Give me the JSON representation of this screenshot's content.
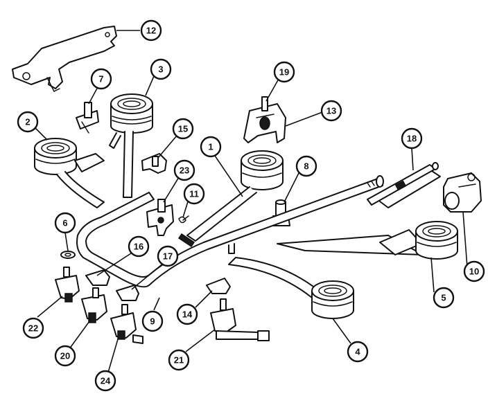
{
  "callouts": [
    {
      "id": "12",
      "label": "12"
    },
    {
      "id": "3",
      "label": "3"
    },
    {
      "id": "7",
      "label": "7"
    },
    {
      "id": "19",
      "label": "19"
    },
    {
      "id": "13",
      "label": "13"
    },
    {
      "id": "2",
      "label": "2"
    },
    {
      "id": "15",
      "label": "15"
    },
    {
      "id": "1",
      "label": "1"
    },
    {
      "id": "8",
      "label": "8"
    },
    {
      "id": "18",
      "label": "18"
    },
    {
      "id": "23",
      "label": "23"
    },
    {
      "id": "11",
      "label": "11"
    },
    {
      "id": "6",
      "label": "6"
    },
    {
      "id": "16",
      "label": "16"
    },
    {
      "id": "17",
      "label": "17"
    },
    {
      "id": "10",
      "label": "10"
    },
    {
      "id": "5",
      "label": "5"
    },
    {
      "id": "22",
      "label": "22"
    },
    {
      "id": "9",
      "label": "9"
    },
    {
      "id": "14",
      "label": "14"
    },
    {
      "id": "4",
      "label": "4"
    },
    {
      "id": "20",
      "label": "20"
    },
    {
      "id": "21",
      "label": "21"
    },
    {
      "id": "24",
      "label": "24"
    }
  ]
}
